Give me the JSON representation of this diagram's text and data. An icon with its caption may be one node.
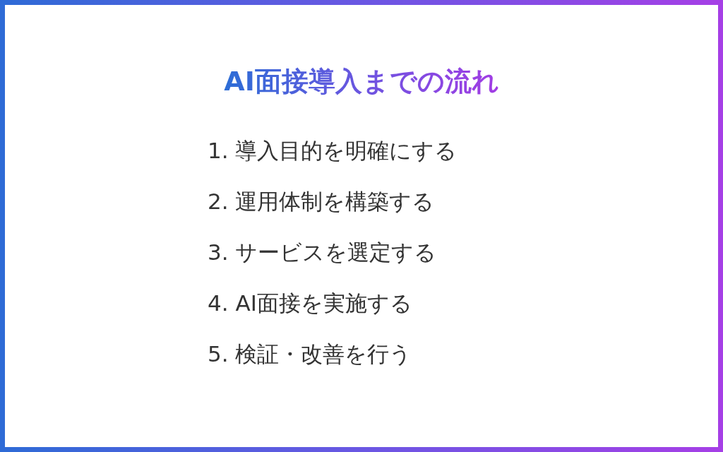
{
  "diagram": {
    "title": "AI面接導入までの流れ",
    "labels": [
      "1. 導入目的を明確にする",
      "2. 運用体制を構築する",
      "3. サービスを選定する",
      "4. AI面接を実施する",
      "5. 検証・改善を行う"
    ]
  }
}
